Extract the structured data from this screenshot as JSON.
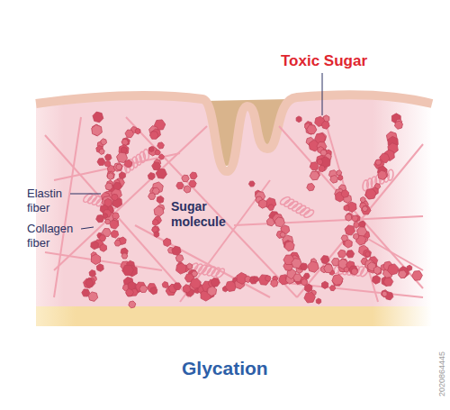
{
  "diagram": {
    "title": "Glycation",
    "labels": [
      "Toxic Sugar",
      "Elastin fiber",
      "Sugar molecule",
      "Collagen fiber",
      "2020864445"
    ]
  }
}
